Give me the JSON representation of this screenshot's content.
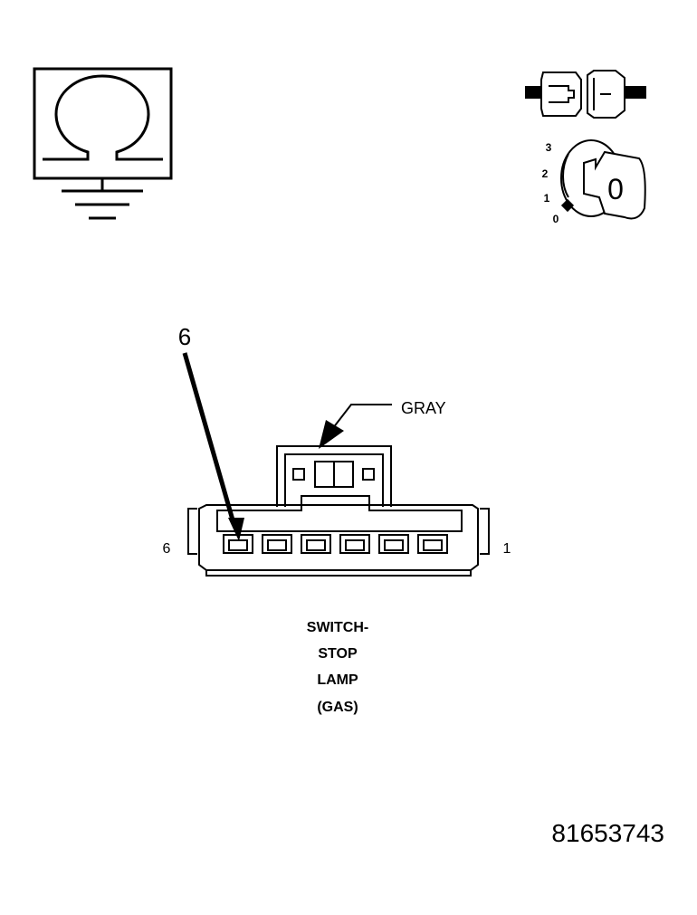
{
  "symbols": {
    "ohmmeter": {
      "glyph": "Ω"
    },
    "ignition_switch": {
      "positions": [
        "3",
        "2",
        "1",
        "0"
      ],
      "key_position": "0"
    }
  },
  "connector": {
    "callout_pin": "6",
    "color_label": "GRAY",
    "left_pin_label": "6",
    "right_pin_label": "1",
    "name_lines": [
      "SWITCH-",
      "STOP",
      "LAMP",
      "(GAS)"
    ]
  },
  "figure_id": "81653743"
}
